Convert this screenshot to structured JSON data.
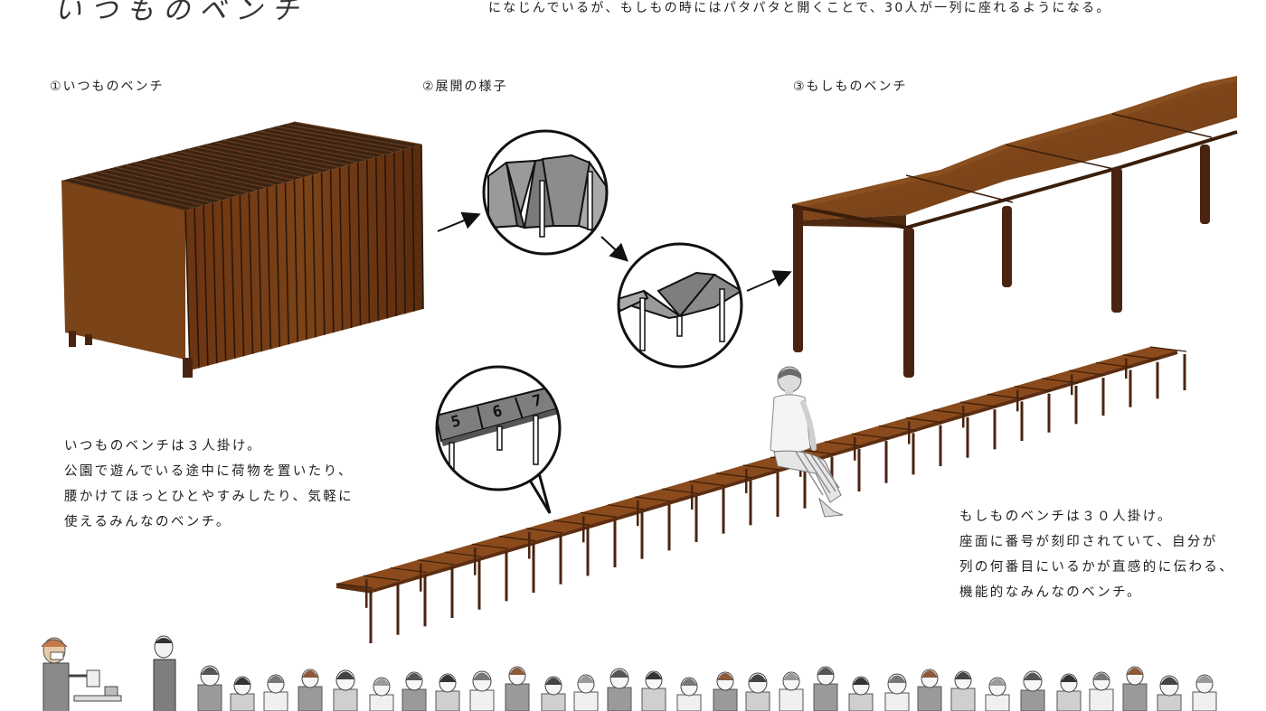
{
  "header": {
    "title_script": "いつものベンチ",
    "intro_line": "になじんでいるが、もしもの時にはパタパタと開くことで、30人が一列に座れるようになる。"
  },
  "steps": [
    {
      "label": "①いつものベンチ"
    },
    {
      "label": "②展開の様子"
    },
    {
      "label": "③もしものベンチ"
    }
  ],
  "left_text": {
    "lines": [
      "いつものベンチは３人掛け。",
      "公園で遊んでいる途中に荷物を置いたり、",
      "腰かけてほっとひとやすみしたり、気軽に",
      "使えるみんなのベンチ。"
    ]
  },
  "right_text": {
    "lines": [
      "もしものベンチは３０人掛け。",
      "座面に番号が刻印されていて、自分が",
      "列の何番目にいるかが直感的に伝わる、",
      "機能的なみんなのベンチ。"
    ]
  },
  "seat_numbers": [
    "5",
    "6",
    "7"
  ],
  "colors": {
    "wood_top": "#8a4a1c",
    "wood_side": "#5e2e10",
    "wood_leg": "#4a2410",
    "panel_gray": "#8a8a8a",
    "ink": "#111111"
  },
  "icons": [
    "arrow-right-icon",
    "arrow-down-right-icon"
  ]
}
